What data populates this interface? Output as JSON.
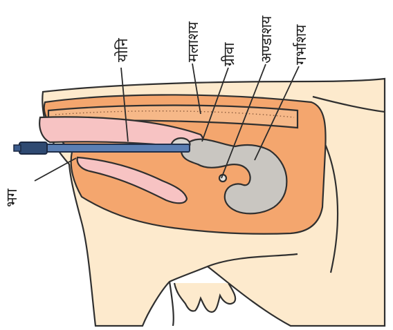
{
  "labels": {
    "vagina": "योनि",
    "rectum": "मलाशय",
    "cervix": "ग्रीवा",
    "ovary": "अण्डाशय",
    "uterus": "गर्भाशय",
    "vulva": "भग"
  },
  "colors": {
    "body": "#fdeacd",
    "pelvic_cavity": "#f4a66e",
    "vagina_tract": "#f7c3c3",
    "uterus_tissue": "#c9c6c1",
    "instrument": "#5b7fb3",
    "outline": "#2f2f2f"
  }
}
